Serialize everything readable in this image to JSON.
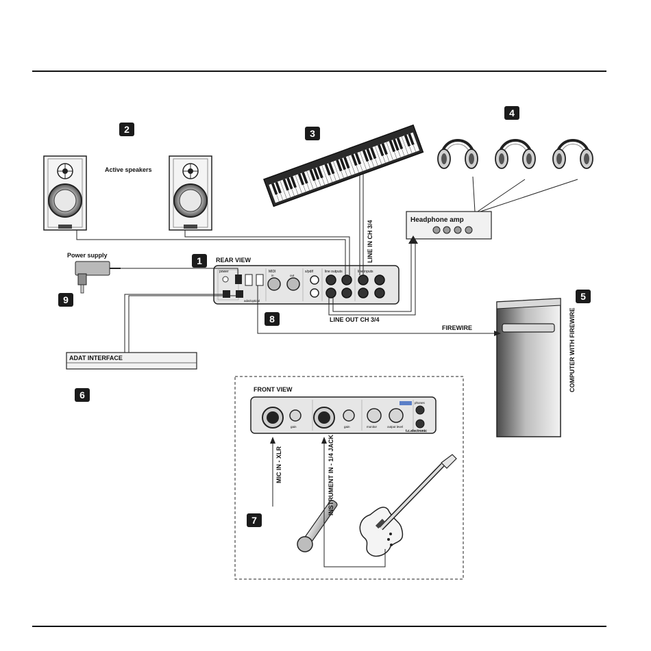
{
  "badges": [
    "1",
    "2",
    "3",
    "4",
    "5",
    "6",
    "7",
    "8",
    "9"
  ],
  "labels": {
    "active_speakers": "Active speakers",
    "power_supply": "Power supply",
    "rear_view": "REAR VIEW",
    "headphone_amp": "Headphone amp",
    "line_in": "LINE IN CH 3/4",
    "line_out": "LINE OUT CH 3/4",
    "firewire": "FIREWIRE",
    "adat_interface": "ADAT INTERFACE",
    "front_view": "FRONT VIEW",
    "computer": "COMPUTER WITH FIREWIRE",
    "mic_in": "MIC IN - XLR",
    "instrument_in": "INSTRUMENT IN - 1/4 JACK"
  },
  "rear_panel": {
    "power": "power",
    "midi": "MIDI",
    "in": "in",
    "out": "out",
    "spdif": "s/pdif",
    "line_outputs": "line outputs",
    "line_inputs": "line inputs",
    "optical": "adat/optical"
  },
  "front_panel": {
    "brand": "t.c.electronic",
    "gain": "gain",
    "phones": "phones",
    "monitor": "monitor",
    "output_level": "output level"
  },
  "colors": {
    "ink": "#1b1b1b",
    "panel": "#e6e6e6",
    "box": "#f1f1f1"
  }
}
